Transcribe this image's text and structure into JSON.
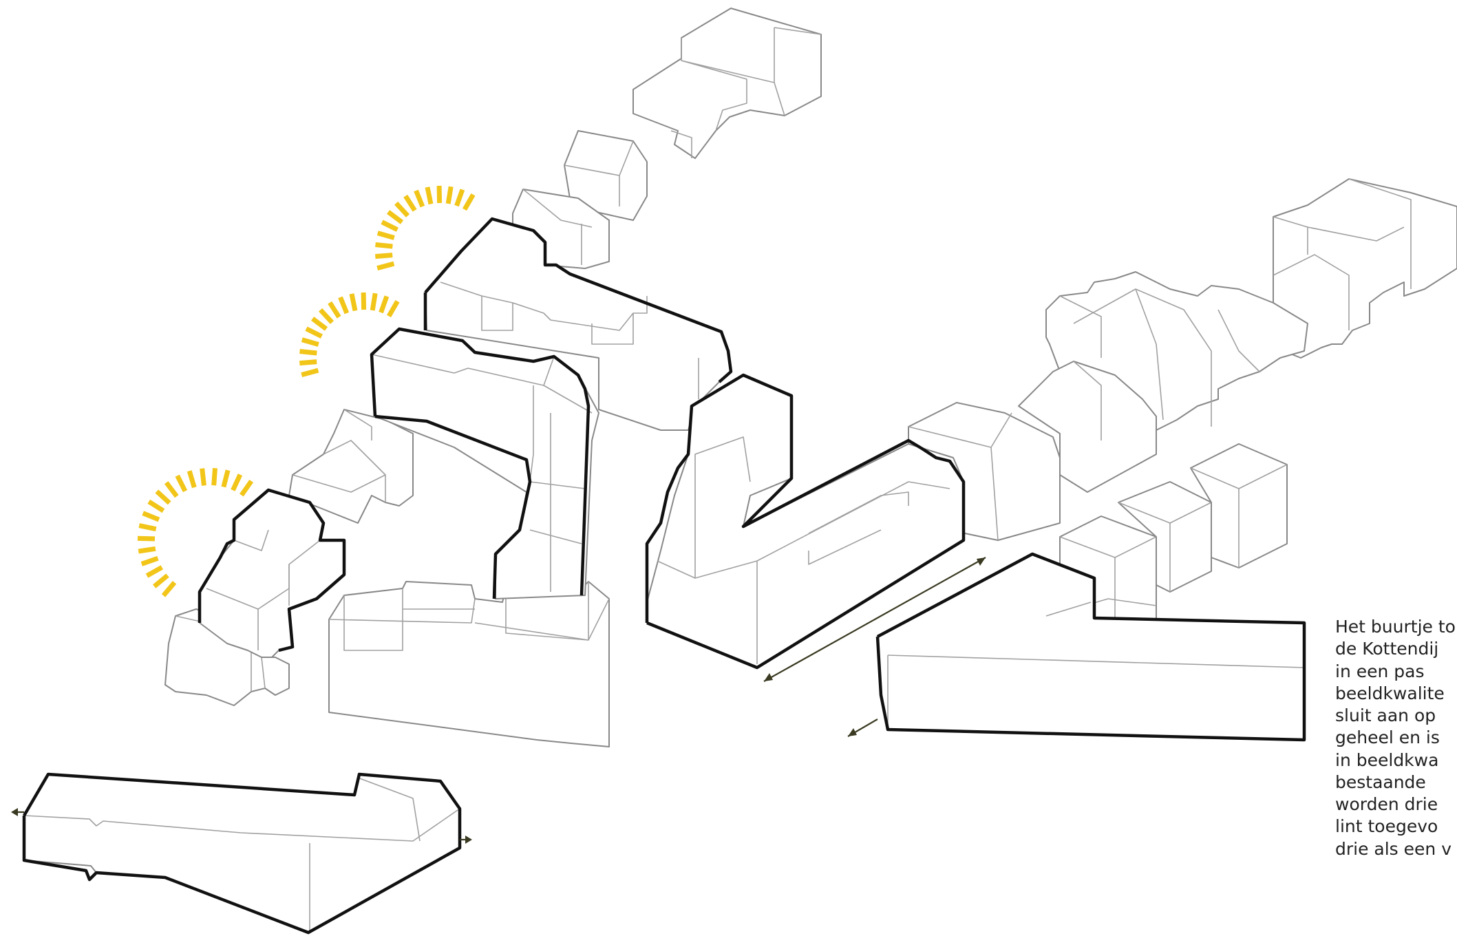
{
  "caption": {
    "lines": [
      "Het buurtje to",
      "de Kottendij",
      "in een pas",
      "beeldkwalite",
      "sluit aan op",
      "geheel en is",
      "in beeldkwa",
      "bestaande",
      "worden drie",
      "lint toegevo",
      "drie als een v"
    ]
  },
  "colors": {
    "sun_rays": "#f2c519",
    "new_building_outline": "#111111",
    "existing_building_line": "#888888",
    "arrow": "#3a3a22"
  }
}
